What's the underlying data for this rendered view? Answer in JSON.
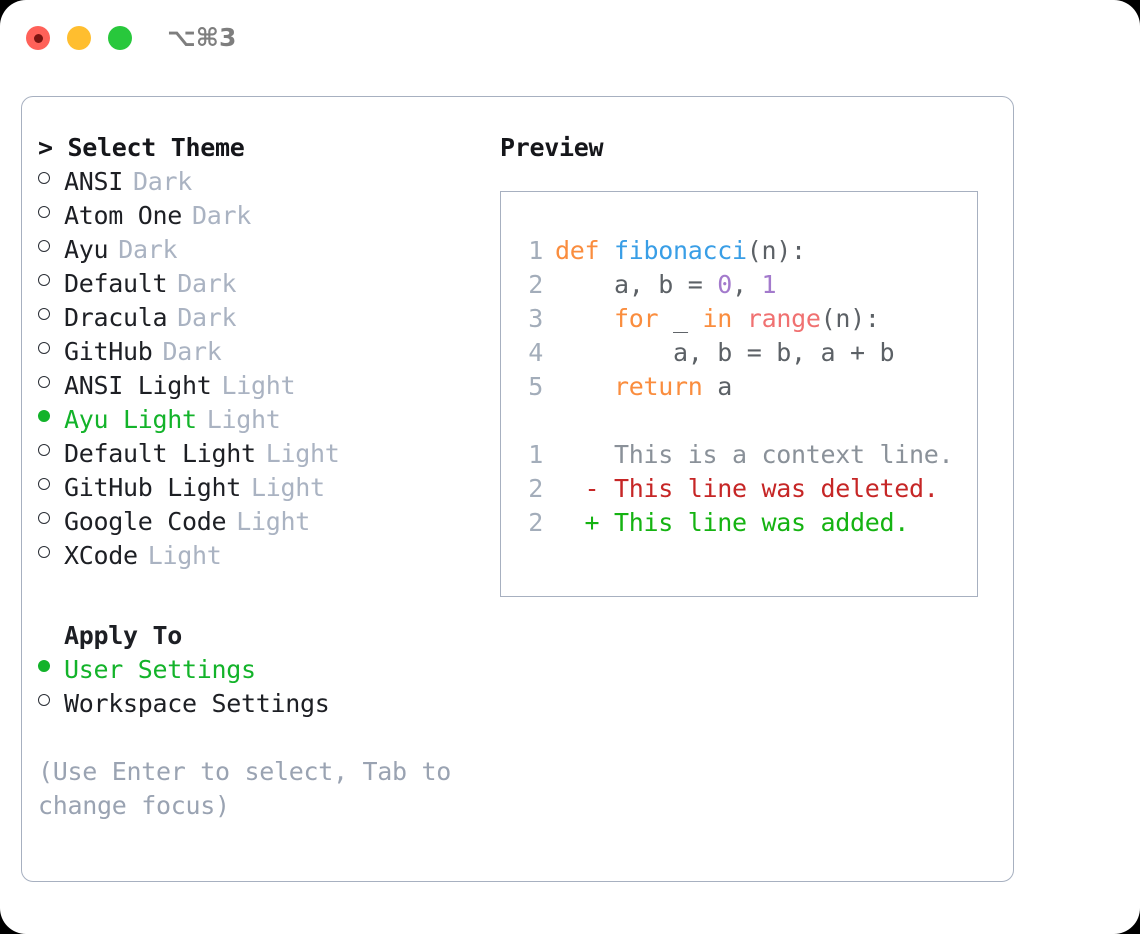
{
  "titlebar": {
    "shortcut": "⌥⌘3",
    "lights": [
      "close-red",
      "minimize-yellow",
      "maximize-green"
    ]
  },
  "theme_panel": {
    "heading": "> Select Theme",
    "items": [
      {
        "label": "ANSI",
        "tag": "Dark",
        "selected": false
      },
      {
        "label": "Atom One",
        "tag": "Dark",
        "selected": false
      },
      {
        "label": "Ayu",
        "tag": "Dark",
        "selected": false
      },
      {
        "label": "Default",
        "tag": "Dark",
        "selected": false
      },
      {
        "label": "Dracula",
        "tag": "Dark",
        "selected": false
      },
      {
        "label": "GitHub",
        "tag": "Dark",
        "selected": false
      },
      {
        "label": "ANSI Light",
        "tag": "Light",
        "selected": false
      },
      {
        "label": "Ayu Light",
        "tag": "Light",
        "selected": true
      },
      {
        "label": "Default Light",
        "tag": "Light",
        "selected": false
      },
      {
        "label": "GitHub Light",
        "tag": "Light",
        "selected": false
      },
      {
        "label": "Google Code",
        "tag": "Light",
        "selected": false
      },
      {
        "label": "XCode",
        "tag": "Light",
        "selected": false
      }
    ]
  },
  "apply_to": {
    "heading": "Apply To",
    "items": [
      {
        "label": "User Settings",
        "selected": true
      },
      {
        "label": "Workspace Settings",
        "selected": false
      }
    ]
  },
  "hint": "(Use Enter to select, Tab to change focus)",
  "preview": {
    "heading": "Preview",
    "code": [
      {
        "lineno": "1",
        "tokens": [
          {
            "text": "def ",
            "type": "keyword"
          },
          {
            "text": "fibonacci",
            "type": "function"
          },
          {
            "text": "(n):",
            "type": "text"
          }
        ]
      },
      {
        "lineno": "2",
        "tokens": [
          {
            "text": "    a, b = ",
            "type": "text"
          },
          {
            "text": "0",
            "type": "number"
          },
          {
            "text": ", ",
            "type": "text"
          },
          {
            "text": "1",
            "type": "number"
          }
        ]
      },
      {
        "lineno": "3",
        "tokens": [
          {
            "text": "    ",
            "type": "text"
          },
          {
            "text": "for",
            "type": "keyword"
          },
          {
            "text": " _ ",
            "type": "text"
          },
          {
            "text": "in",
            "type": "keyword"
          },
          {
            "text": " ",
            "type": "text"
          },
          {
            "text": "range",
            "type": "call"
          },
          {
            "text": "(n):",
            "type": "text"
          }
        ]
      },
      {
        "lineno": "4",
        "tokens": [
          {
            "text": "        a, b = b, a + b",
            "type": "text"
          }
        ]
      },
      {
        "lineno": "5",
        "tokens": [
          {
            "text": "    ",
            "type": "text"
          },
          {
            "text": "return",
            "type": "keyword"
          },
          {
            "text": " a",
            "type": "text"
          }
        ]
      }
    ],
    "diff": [
      {
        "lineno": "1",
        "marker": " ",
        "text": " This is a context line.",
        "type": "context"
      },
      {
        "lineno": "2",
        "marker": "-",
        "text": " This line was deleted.",
        "type": "deleted"
      },
      {
        "lineno": "2",
        "marker": "+",
        "text": " This line was added.",
        "type": "added"
      }
    ]
  },
  "colors": {
    "accent_green": "#13b32a",
    "muted": "#aab3c2",
    "border": "#a7b0c0",
    "keyword": "#fa8d3e",
    "function": "#399ee6",
    "number": "#a37acc",
    "call": "#f07171",
    "deleted": "#c62626",
    "added": "#15b312"
  }
}
